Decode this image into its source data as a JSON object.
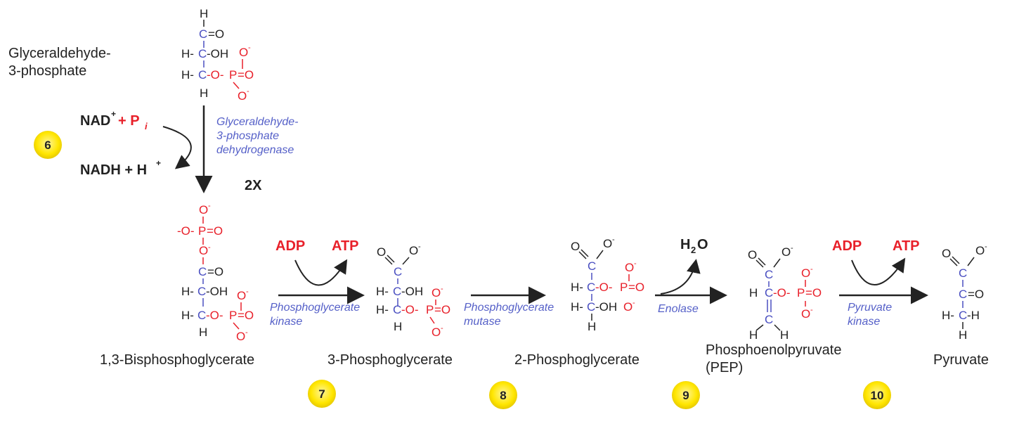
{
  "title": "",
  "molecules": {
    "g3p": {
      "line1": "Glyceraldehyde-",
      "line2": "3-phosphate"
    },
    "bpg": "1,3-Bisphosphoglycerate",
    "pg3": "3-Phosphoglycerate",
    "pg2": "2-Phosphoglycerate",
    "pep": {
      "line1": "Phosphoenolpyruvate",
      "line2": "(PEP)"
    },
    "pyr": "Pyruvate"
  },
  "enzymes": {
    "e6": {
      "line1": "Glyceraldehyde-",
      "line2": "3-phosphate",
      "line3": "dehydrogenase"
    },
    "e7": {
      "line1": "Phosphoglycerate",
      "line2": "kinase"
    },
    "e8": {
      "line1": "Phosphoglycerate",
      "line2": "mutase"
    },
    "e9": "Enolase",
    "e10": {
      "line1": "Pyruvate",
      "line2": "kinase"
    }
  },
  "cofactors": {
    "nad": "NAD",
    "nad_sup": "+",
    "plus_pi": "+ P",
    "pi_sub": "i",
    "nadh": "NADH + H",
    "nadh_sup": "+",
    "multiplier": "2X",
    "adp7": "ADP",
    "atp7": "ATP",
    "water": "H",
    "water_sub": "2",
    "water_o": "O",
    "adp10": "ADP",
    "atp10": "ATP"
  },
  "steps": {
    "s6": "6",
    "s7": "7",
    "s8": "8",
    "s9": "9",
    "s10": "10"
  },
  "colors": {
    "carbon": "#4a4fc1",
    "phosphate": "#e8202a",
    "enzyme": "#5560c8",
    "badge": "#ffe600",
    "text": "#222222"
  }
}
